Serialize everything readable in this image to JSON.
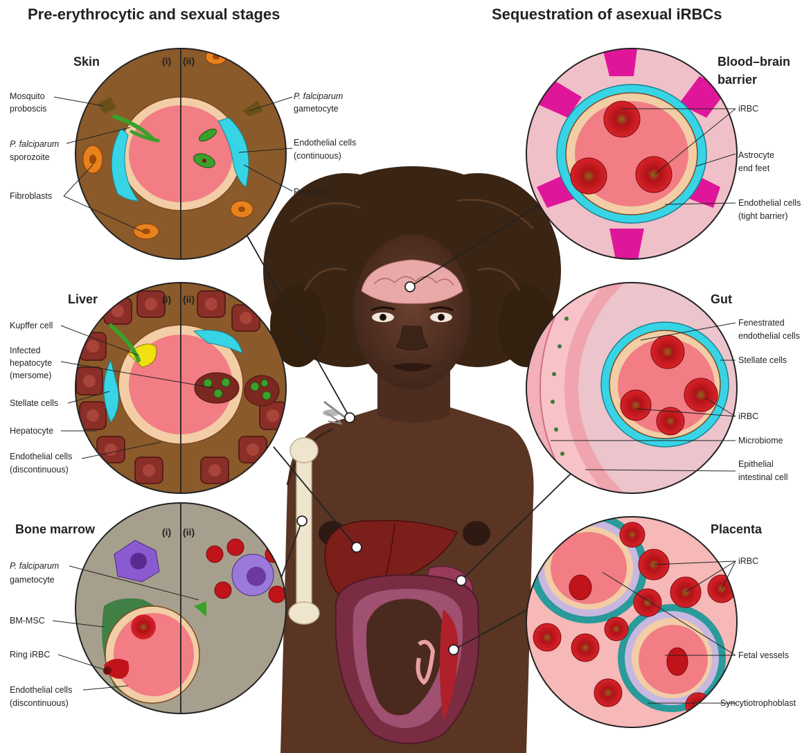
{
  "headings": {
    "left": "Pre-erythrocytic and sexual stages",
    "right": "Sequestration of asexual iRBCs"
  },
  "panels": {
    "skin": {
      "title": "Skin",
      "col_i": "(i)",
      "col_ii": "(ii)",
      "labels": {
        "mosquito_1": "Mosquito",
        "mosquito_2": "proboscis",
        "sporozoite_1": "P. falciparum",
        "sporozoite_2": "sporozoite",
        "fibroblasts": "Fibroblasts",
        "gametocyte_1": "P. falciparum",
        "gametocyte_2": "gametocyte",
        "endothelial_1": "Endothelial cells",
        "endothelial_2": "(continuous)",
        "pericytes": "Pericytes"
      }
    },
    "liver": {
      "title": "Liver",
      "col_i": "(i)",
      "col_ii": "(ii)",
      "labels": {
        "kupffer": "Kupffer cell",
        "infected_1": "Infected",
        "infected_2": "hepatocyte",
        "infected_3": "(mersome)",
        "stellate": "Stellate cells",
        "hepatocyte": "Hepatocyte",
        "endothelial_1": "Endothelial cells",
        "endothelial_2": "(discontinuous)"
      }
    },
    "bone_marrow": {
      "title": "Bone marrow",
      "col_i": "(i)",
      "col_ii": "(ii)",
      "labels": {
        "gametocyte_1": "P. falciparum",
        "gametocyte_2": "gametocyte",
        "bmmsc": "BM-MSC",
        "ring": "Ring iRBC",
        "endothelial_1": "Endothelial cells",
        "endothelial_2": "(discontinuous)"
      }
    },
    "bbb": {
      "title_1": "Blood–brain",
      "title_2": "barrier",
      "labels": {
        "irbc": "iRBC",
        "astro_1": "Astrocyte",
        "astro_2": "end feet",
        "endo_1": "Endothelial cells",
        "endo_2": "(tight barrier)"
      }
    },
    "gut": {
      "title": "Gut",
      "labels": {
        "fen_1": "Fenestrated",
        "fen_2": "endothelial cells",
        "stellate": "Stellate cells",
        "irbc": "iRBC",
        "microbiome": "Microbiome",
        "epi_1": "Epithelial",
        "epi_2": "intestinal cell"
      }
    },
    "placenta": {
      "title": "Placenta",
      "labels": {
        "irbc": "iRBC",
        "fetal": "Fetal vessels",
        "syncytio": "Syncytiotrophoblast"
      }
    }
  },
  "colors": {
    "lumen": "#f27d84",
    "endothelium": "#f2cda6",
    "skin_bg": "#8a5a2b",
    "pericyte": "#37d4e6",
    "astrocyte": "#e0169a",
    "rbc": "#c0141a",
    "parasite": "#3aa12a",
    "figure_skin": "#5a3524",
    "hair": "#3a2414"
  }
}
